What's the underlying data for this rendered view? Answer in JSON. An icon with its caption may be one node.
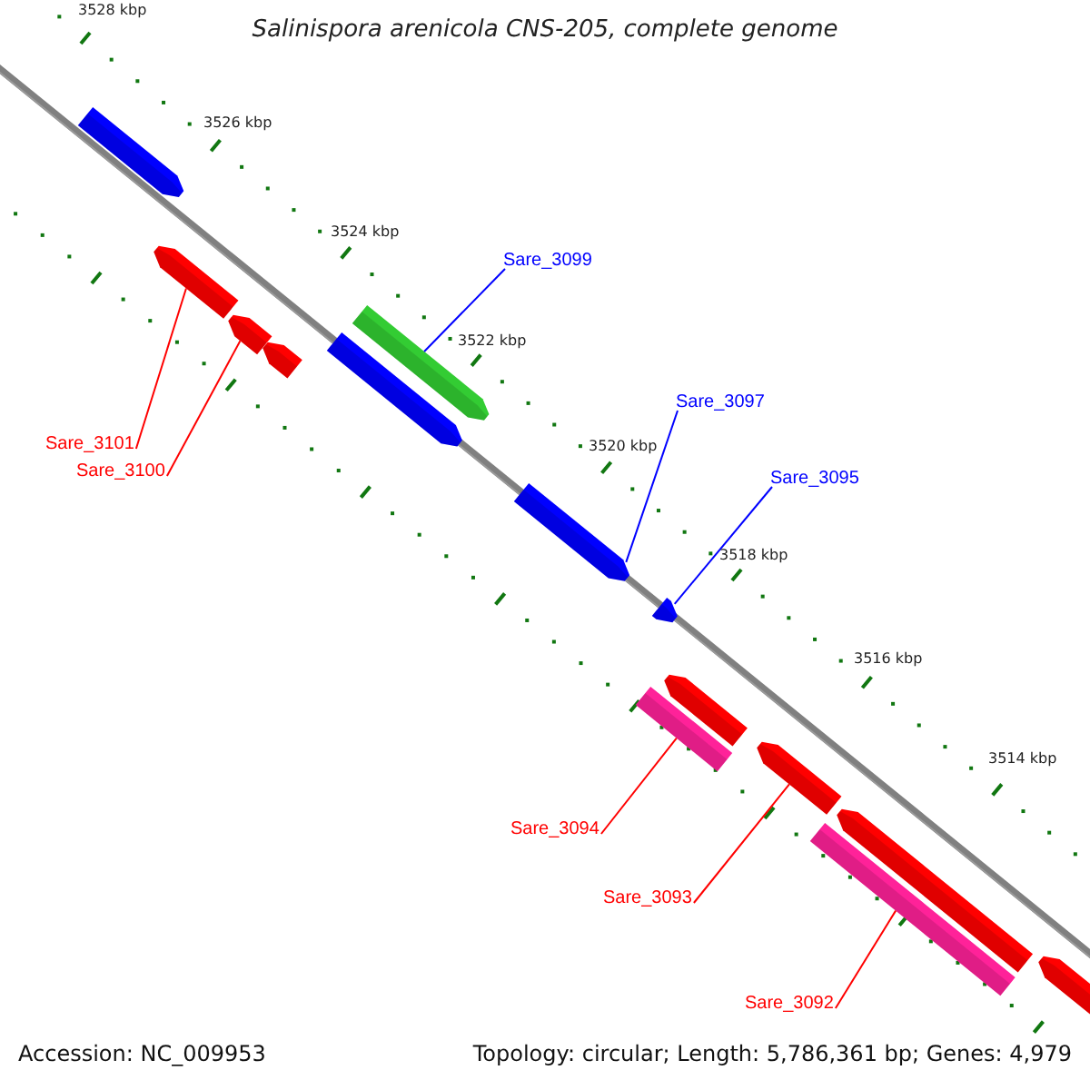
{
  "diagram": {
    "title": "Salinispora arenicola CNS-205, complete genome",
    "nodes": [
      {
        "text": [],
        "shape": "arrow"
      },
      {
        "text": [],
        "shape": "arrow"
      },
      {
        "text": [],
        "shape": "arrow"
      },
      {
        "text": [],
        "shape": "arrow"
      },
      {
        "text": [],
        "shape": "arrow"
      },
      {
        "text": [],
        "shape": "arrow"
      },
      {
        "text": [],
        "shape": "arrow"
      },
      {
        "text": [],
        "shape": "arrow"
      },
      {
        "text": [],
        "shape": "arrow"
      },
      {
        "text": [],
        "shape": "bar"
      },
      {
        "text": [],
        "shape": "arrow"
      },
      {
        "text": [],
        "shape": "arrow"
      },
      {
        "text": [],
        "shape": "bar"
      },
      {
        "text": [],
        "shape": "arrow"
      },
      {
        "text": [
          "Sare_3099"
        ]
      },
      {
        "text": [
          "Sare_3097"
        ]
      },
      {
        "text": [
          "Sare_3095"
        ]
      },
      {
        "text": [
          "Sare_3101"
        ]
      },
      {
        "text": [
          "Sare_3100"
        ]
      },
      {
        "text": [
          "Sare_3094"
        ]
      },
      {
        "text": [
          "Sare_3093"
        ]
      },
      {
        "text": [
          "Sare_3092"
        ]
      }
    ],
    "edges": [
      {
        "from": 14,
        "to": 4,
        "arrow": "none",
        "color": "#0000ff"
      },
      {
        "from": 15,
        "to": 6,
        "arrow": "none",
        "color": "#0000ff"
      },
      {
        "from": 16,
        "to": 7,
        "arrow": "none",
        "color": "#0000ff"
      },
      {
        "from": 17,
        "to": 1,
        "arrow": "none"
      },
      {
        "from": 18,
        "to": 2,
        "arrow": "none"
      },
      {
        "from": 19,
        "to": 9,
        "arrow": "none"
      },
      {
        "from": 20,
        "to": 10,
        "arrow": "none"
      },
      {
        "from": 21,
        "to": 12,
        "arrow": "none"
      }
    ],
    "labels": [
      "3528 kbp",
      "3526 kbp",
      "3524 kbp",
      "3522 kbp",
      "3520 kbp",
      "3518 kbp",
      "3516 kbp",
      "3514 kbp",
      "Accession: NC_009953",
      "Topology: circular; Length: 5,786,361 bp; Genes: 4,979"
    ]
  }
}
